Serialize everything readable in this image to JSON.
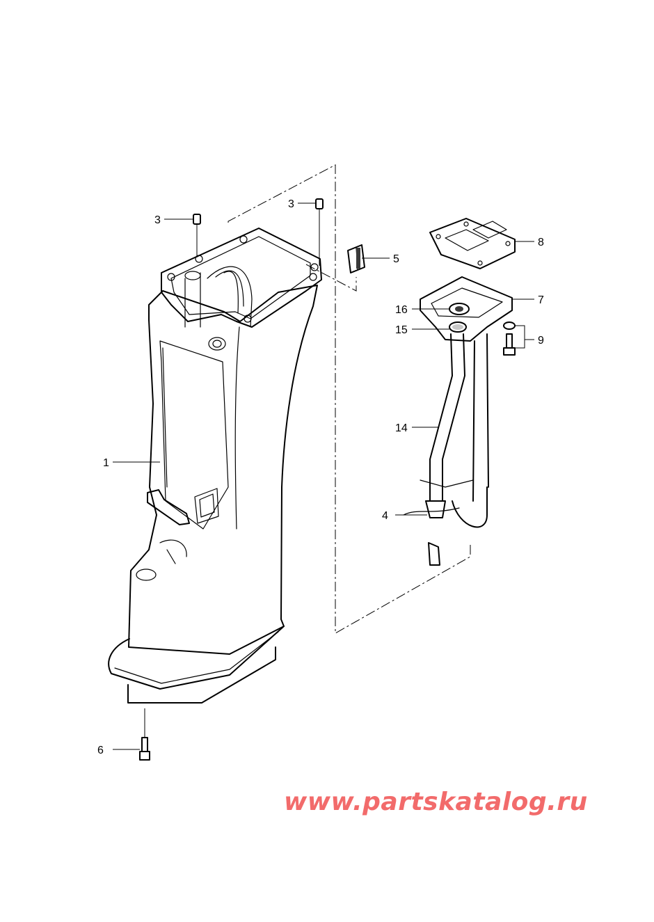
{
  "callouts": {
    "c1": "1",
    "c3a": "3",
    "c3b": "3",
    "c4": "4",
    "c5": "5",
    "c6": "6",
    "c7": "7",
    "c8": "8",
    "c9": "9",
    "c14": "14",
    "c15": "15",
    "c16": "16"
  },
  "watermark": "www.partskatalog.ru",
  "colors": {
    "line": "#000000",
    "shade": "#c8c8c8",
    "watermark": "#f26b6b"
  }
}
